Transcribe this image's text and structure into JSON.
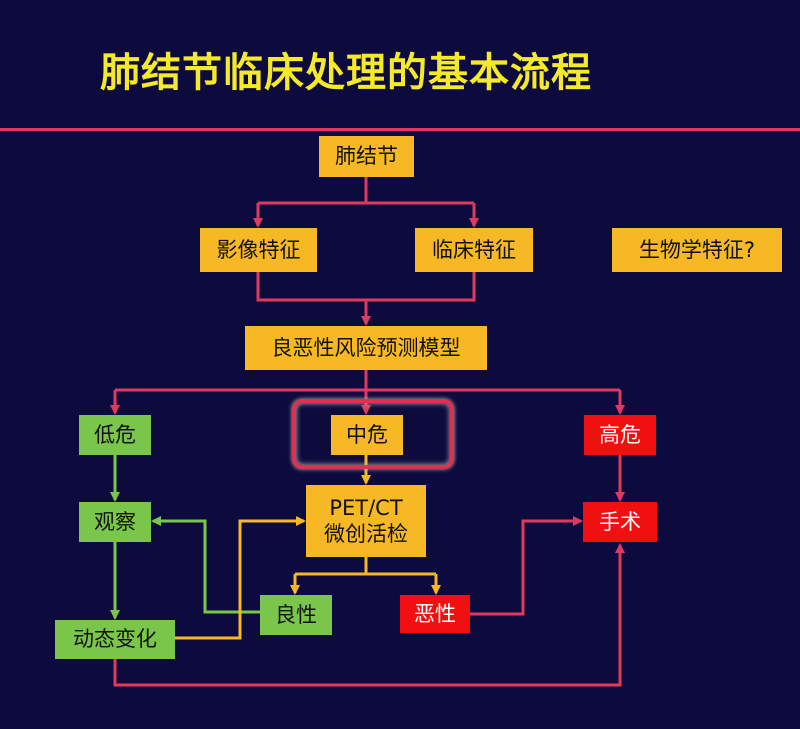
{
  "title": "肺结节临床处理的基本流程",
  "colors": {
    "background": "#0d0a3e",
    "title": "#f5ea2a",
    "rule": "#e0395f",
    "node_orange": "#f7b825",
    "node_green": "#79c64a",
    "node_red": "#f01010",
    "line_red": "#e0395f",
    "line_yellow": "#f7b825",
    "line_green": "#79c64a"
  },
  "nodes": {
    "lung_nodule": "肺结节",
    "imaging_features": "影像特征",
    "clinical_features": "临床特征",
    "biology_features": "生物学特征?",
    "risk_model": "良恶性风险预测模型",
    "low_risk": "低危",
    "mid_risk": "中危",
    "high_risk": "高危",
    "observe": "观察",
    "pet_ct_line1": "PET/CT",
    "pet_ct_line2": "微创活检",
    "surgery": "手术",
    "benign": "良性",
    "malignant": "恶性",
    "dynamic_change": "动态变化"
  }
}
